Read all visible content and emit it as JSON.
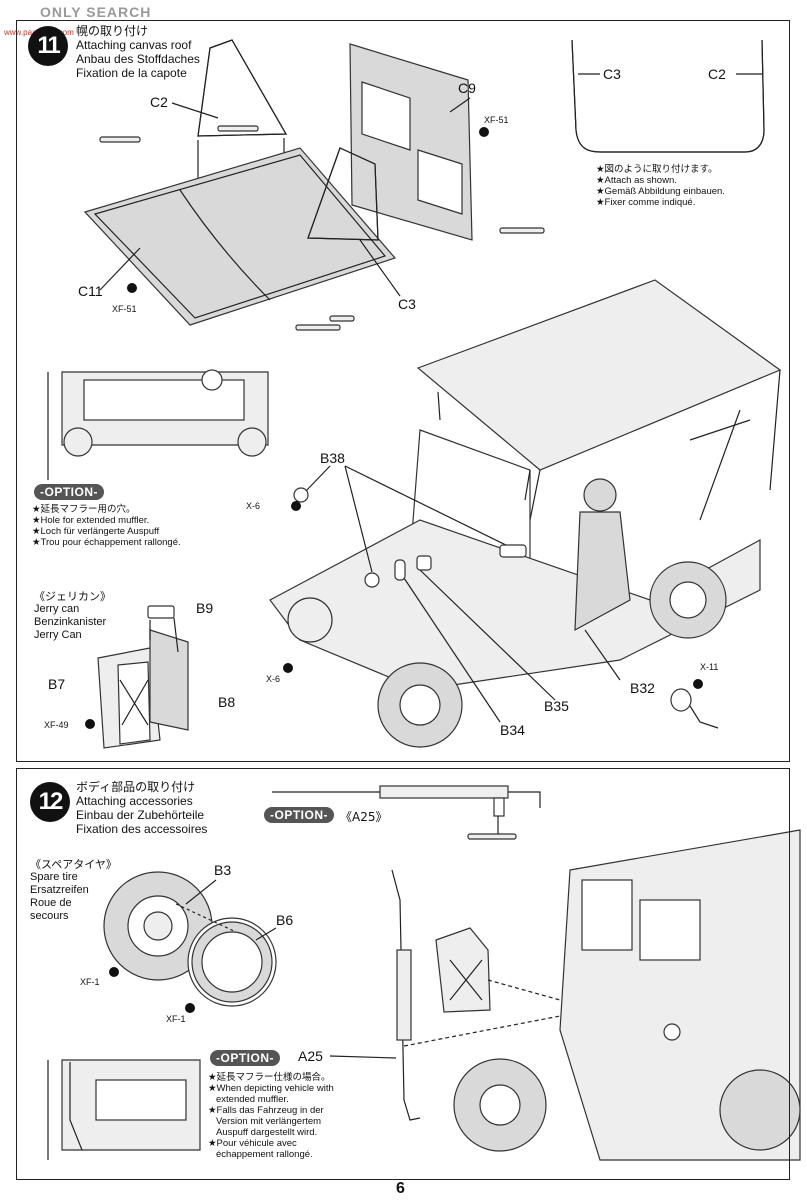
{
  "watermark": {
    "brand": "ONLY SEARCH",
    "site": "www.paa-shop.com"
  },
  "step11": {
    "number": "11",
    "title_jp": "幌の取り付け",
    "title_en": "Attaching canvas roof",
    "title_de": "Anbau des Stoffdaches",
    "title_fr": "Fixation de la capote",
    "labels": {
      "c2": "C2",
      "c9": "C9",
      "c11": "C11",
      "c3": "C3",
      "xf51_a": "XF-51",
      "xf51_b": "XF-51",
      "c3_inset": "C3",
      "c2_inset": "C2",
      "b38": "B38",
      "x6_a": "X-6",
      "x6_b": "X-6",
      "b32": "B32",
      "b35": "B35",
      "b34": "B34",
      "x11": "X-11",
      "b9": "B9",
      "b7": "B7",
      "b8": "B8",
      "xf49": "XF-49"
    },
    "attach_notes": [
      "★図のように取り付けます。",
      "★Attach as shown.",
      "★Gemäß Abbildung einbauen.",
      "★Fixer comme indiqué."
    ],
    "option_label": "-OPTION-",
    "option_notes": [
      "★延長マフラー用の穴。",
      "★Hole for extended muffler.",
      "★Loch für verlängerte Auspuff",
      "★Trou pour échappement rallongé."
    ],
    "jerry_can": {
      "jp": "《ジェリカン》",
      "en": "Jerry can",
      "de": "Benzinkanister",
      "fr": "Jerry Can"
    }
  },
  "step12": {
    "number": "12",
    "title_jp": "ボディ部品の取り付け",
    "title_en": "Attaching accessories",
    "title_de": "Einbau der Zubehörteile",
    "title_fr": "Fixation des accessoires",
    "option_label": "-OPTION-",
    "option_part": "《A25》",
    "spare_tire": {
      "jp": "《スペアタイヤ》",
      "en": "Spare tire",
      "de": "Ersatzreifen",
      "fr1": "Roue de",
      "fr2": "secours"
    },
    "labels": {
      "b3": "B3",
      "b6": "B6",
      "xf1_a": "XF-1",
      "xf1_b": "XF-1",
      "a25": "A25"
    },
    "option2_label": "-OPTION-",
    "option_notes": [
      "★延長マフラー仕様の場合。",
      "★When depicting vehicle with",
      "extended muffler.",
      "★Falls das Fahrzeug in der",
      "Version mit verlängertem",
      "Auspuff dargestellt wird.",
      "★Pour véhicule avec",
      "échappement rallongé."
    ]
  },
  "page_number": "6"
}
